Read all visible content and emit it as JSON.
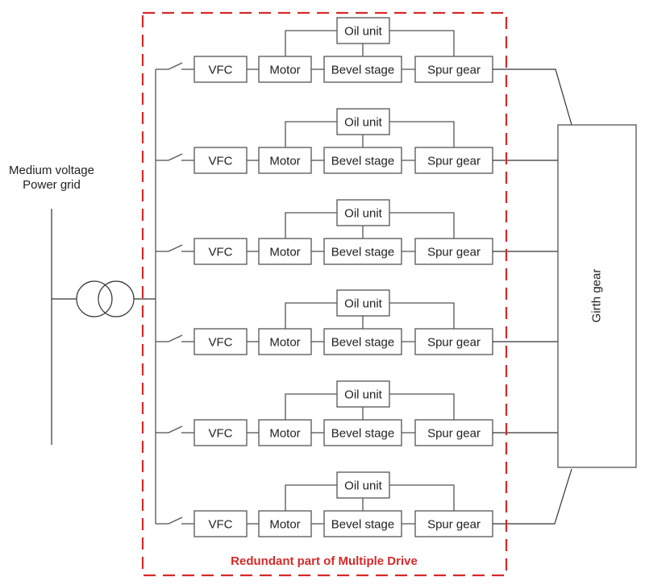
{
  "diagram": {
    "title": "Multiple drive system with redundant drive trains",
    "grid_label_line1": "Medium voltage",
    "grid_label_line2": "Power grid",
    "redundant_label": "Redundant part of Multiple Drive",
    "girth_gear_label": "Girth gear",
    "accent_color": "#d42a2a",
    "drive_train_count": 6,
    "drive_trains": [
      {
        "vfc": "VFC",
        "motor": "Motor",
        "bevel": "Bevel stage",
        "spur": "Spur gear",
        "oil": "Oil unit"
      },
      {
        "vfc": "VFC",
        "motor": "Motor",
        "bevel": "Bevel stage",
        "spur": "Spur gear",
        "oil": "Oil unit"
      },
      {
        "vfc": "VFC",
        "motor": "Motor",
        "bevel": "Bevel stage",
        "spur": "Spur gear",
        "oil": "Oil unit"
      },
      {
        "vfc": "VFC",
        "motor": "Motor",
        "bevel": "Bevel stage",
        "spur": "Spur gear",
        "oil": "Oil unit"
      },
      {
        "vfc": "VFC",
        "motor": "Motor",
        "bevel": "Bevel stage",
        "spur": "Spur gear",
        "oil": "Oil unit"
      },
      {
        "vfc": "VFC",
        "motor": "Motor",
        "bevel": "Bevel stage",
        "spur": "Spur gear",
        "oil": "Oil unit"
      }
    ],
    "components": {
      "switch_icon": "disconnect-switch",
      "transformer_icon": "two-winding-transformer"
    }
  }
}
